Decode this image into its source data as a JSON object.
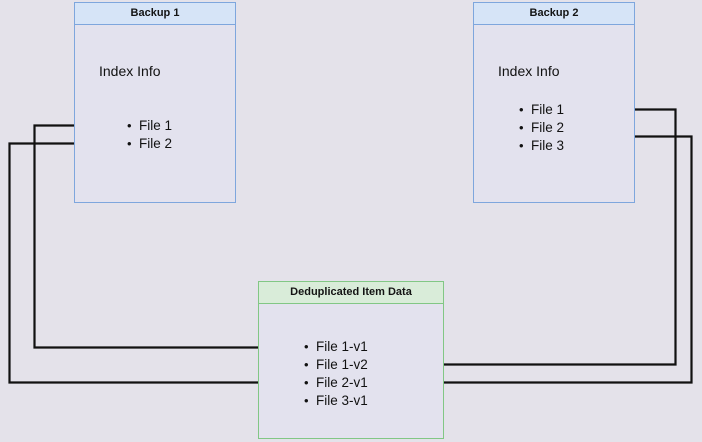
{
  "diagram": {
    "background_color": "#e4e2ea",
    "title_text_color": "#141414",
    "edge_color": "#111111",
    "nodes": [
      {
        "id": "backup1",
        "name": "backup-1",
        "header": "Backup 1",
        "accent_color": "#7ea6dd",
        "header_fill": "#d6e4f7",
        "body_fill": "#e3e2ee",
        "section_label": "Index Info",
        "items": [
          "File 1",
          "File 2"
        ]
      },
      {
        "id": "backup2",
        "name": "backup-2",
        "header": "Backup 2",
        "accent_color": "#7ea6dd",
        "header_fill": "#d6e4f7",
        "body_fill": "#e3e2ee",
        "section_label": "Index Info",
        "items": [
          "File 1",
          "File 2",
          "File 3"
        ]
      },
      {
        "id": "dedup",
        "name": "deduplicated-item-data",
        "header": "Deduplicated Item Data",
        "accent_color": "#82c785",
        "header_fill": "#d9ecd9",
        "body_fill": "#e3e2ee",
        "section_label": "",
        "items": [
          "File 1-v1",
          "File 1-v2",
          "File 2-v1",
          "File 3-v1"
        ]
      }
    ],
    "edges": [
      {
        "name": "edge-backup1-file1-to-file1v1",
        "from": "Backup 1 / File 1",
        "to": "Deduplicated Item Data / File 1-v1"
      },
      {
        "name": "edge-backup1-file2-to-file2v1",
        "from": "Backup 1 / File 2",
        "to": "Deduplicated Item Data / File 2-v1"
      },
      {
        "name": "edge-backup2-file1-to-file1v2",
        "from": "Backup 2 / File 1",
        "to": "Deduplicated Item Data / File 1-v2"
      },
      {
        "name": "edge-backup2-file2-to-file2v1",
        "from": "Backup 2 / File 2",
        "to": "Deduplicated Item Data / File 2-v1"
      }
    ]
  }
}
